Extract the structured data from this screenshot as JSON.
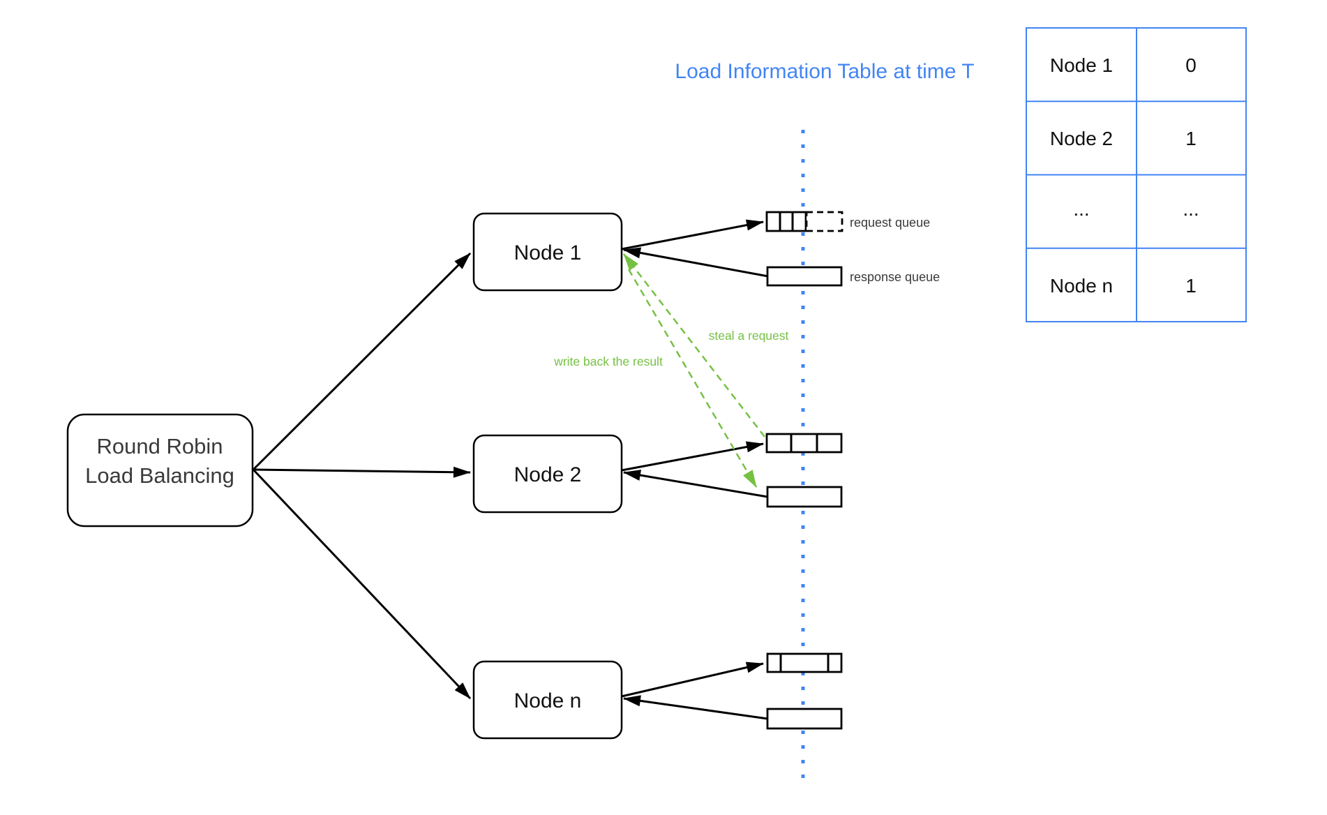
{
  "title": {
    "text": "Load Information Table at time T"
  },
  "balancer": {
    "line1": "Round Robin",
    "line2": "Load Balancing"
  },
  "nodes": [
    {
      "label": "Node 1"
    },
    {
      "label": "Node 2"
    },
    {
      "label": "Node n"
    }
  ],
  "queues": {
    "request_label": "request queue",
    "response_label": "response queue"
  },
  "steal_arrow": {
    "label": "steal a request"
  },
  "write_back_arrow": {
    "label": "write back the result"
  },
  "load_table": {
    "rows": [
      {
        "node": "Node 1",
        "load": "0"
      },
      {
        "node": "Node 2",
        "load": "1"
      },
      {
        "node": "...",
        "load": "..."
      },
      {
        "node": "Node n",
        "load": "1"
      }
    ]
  },
  "colors": {
    "blue": "#4285f4",
    "green": "#76c043",
    "black": "#000000",
    "gray_text": "#3a3a3a"
  }
}
